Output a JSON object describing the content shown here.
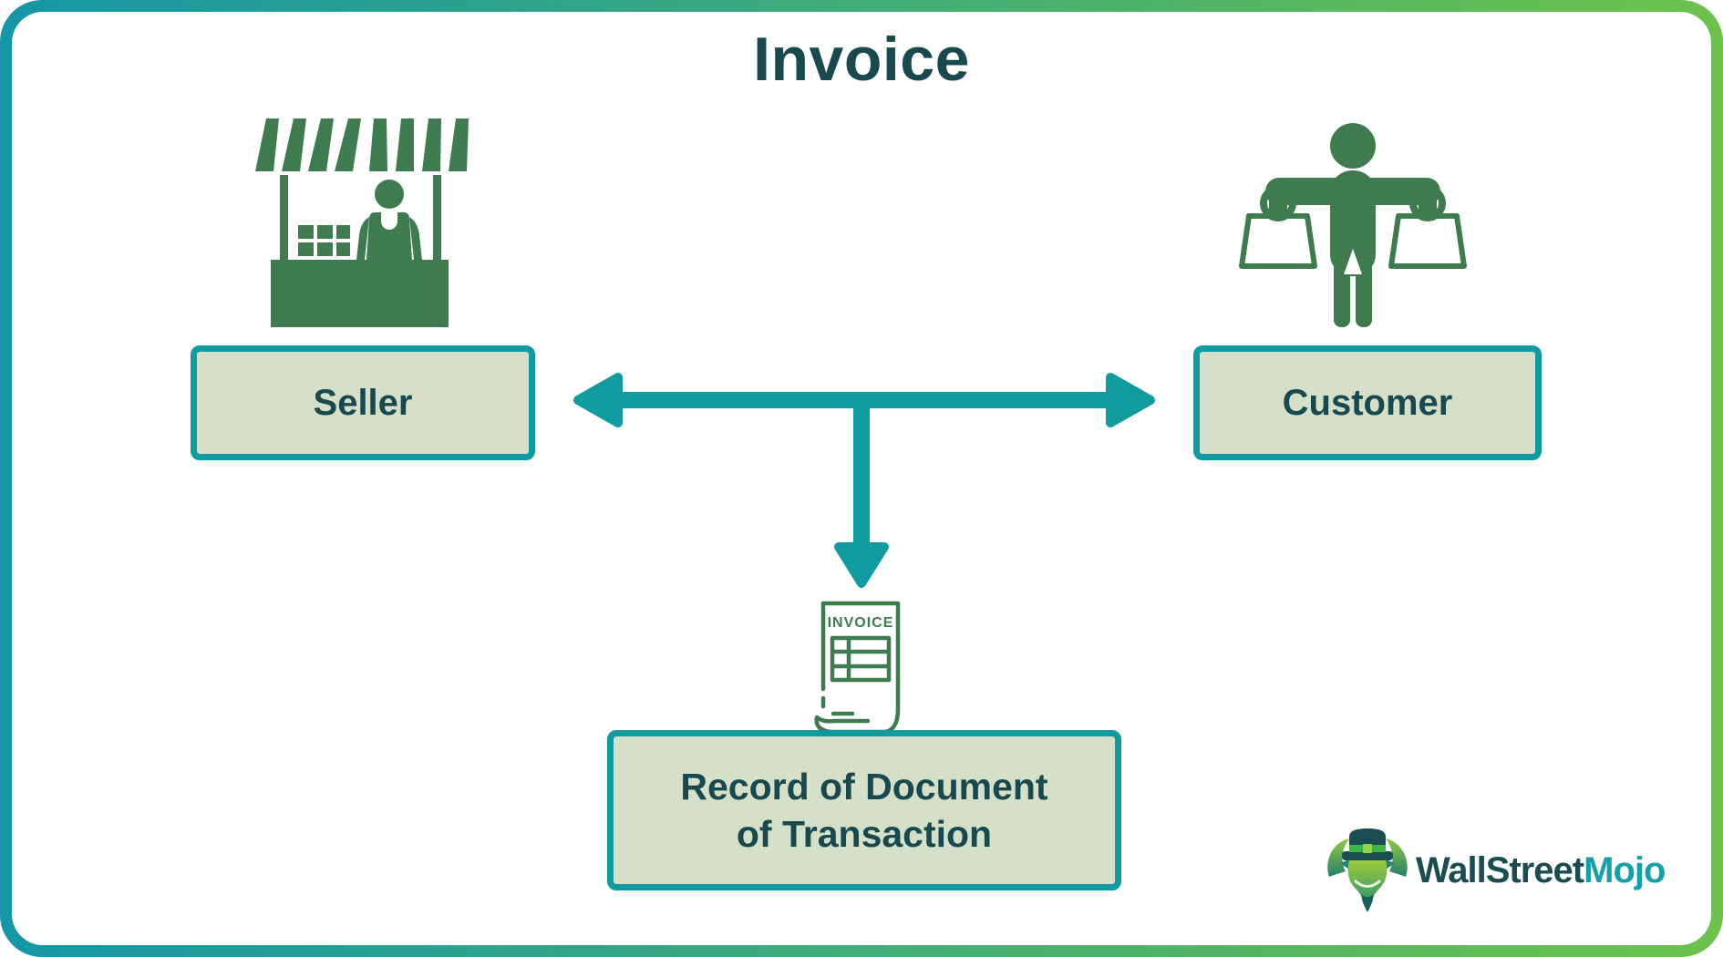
{
  "title": "Invoice",
  "nodes": {
    "seller": {
      "label": "Seller"
    },
    "customer": {
      "label": "Customer"
    },
    "record": {
      "label_line1": "Record of Document",
      "label_line2": "of Transaction"
    }
  },
  "invoice_doc": {
    "heading": "INVOICE"
  },
  "logo": {
    "part1": "WallStreet",
    "part2": "Mojo"
  },
  "colors": {
    "border_gradient_start": "#1596a6",
    "border_gradient_end": "#6cc24b",
    "accent_teal": "#0f9b9f",
    "icon_green": "#3e7b4f",
    "box_bg": "#d6e0c8",
    "dark_text": "#17494f",
    "logo_dark": "#1b4d50",
    "logo_teal": "#13a0a9"
  }
}
